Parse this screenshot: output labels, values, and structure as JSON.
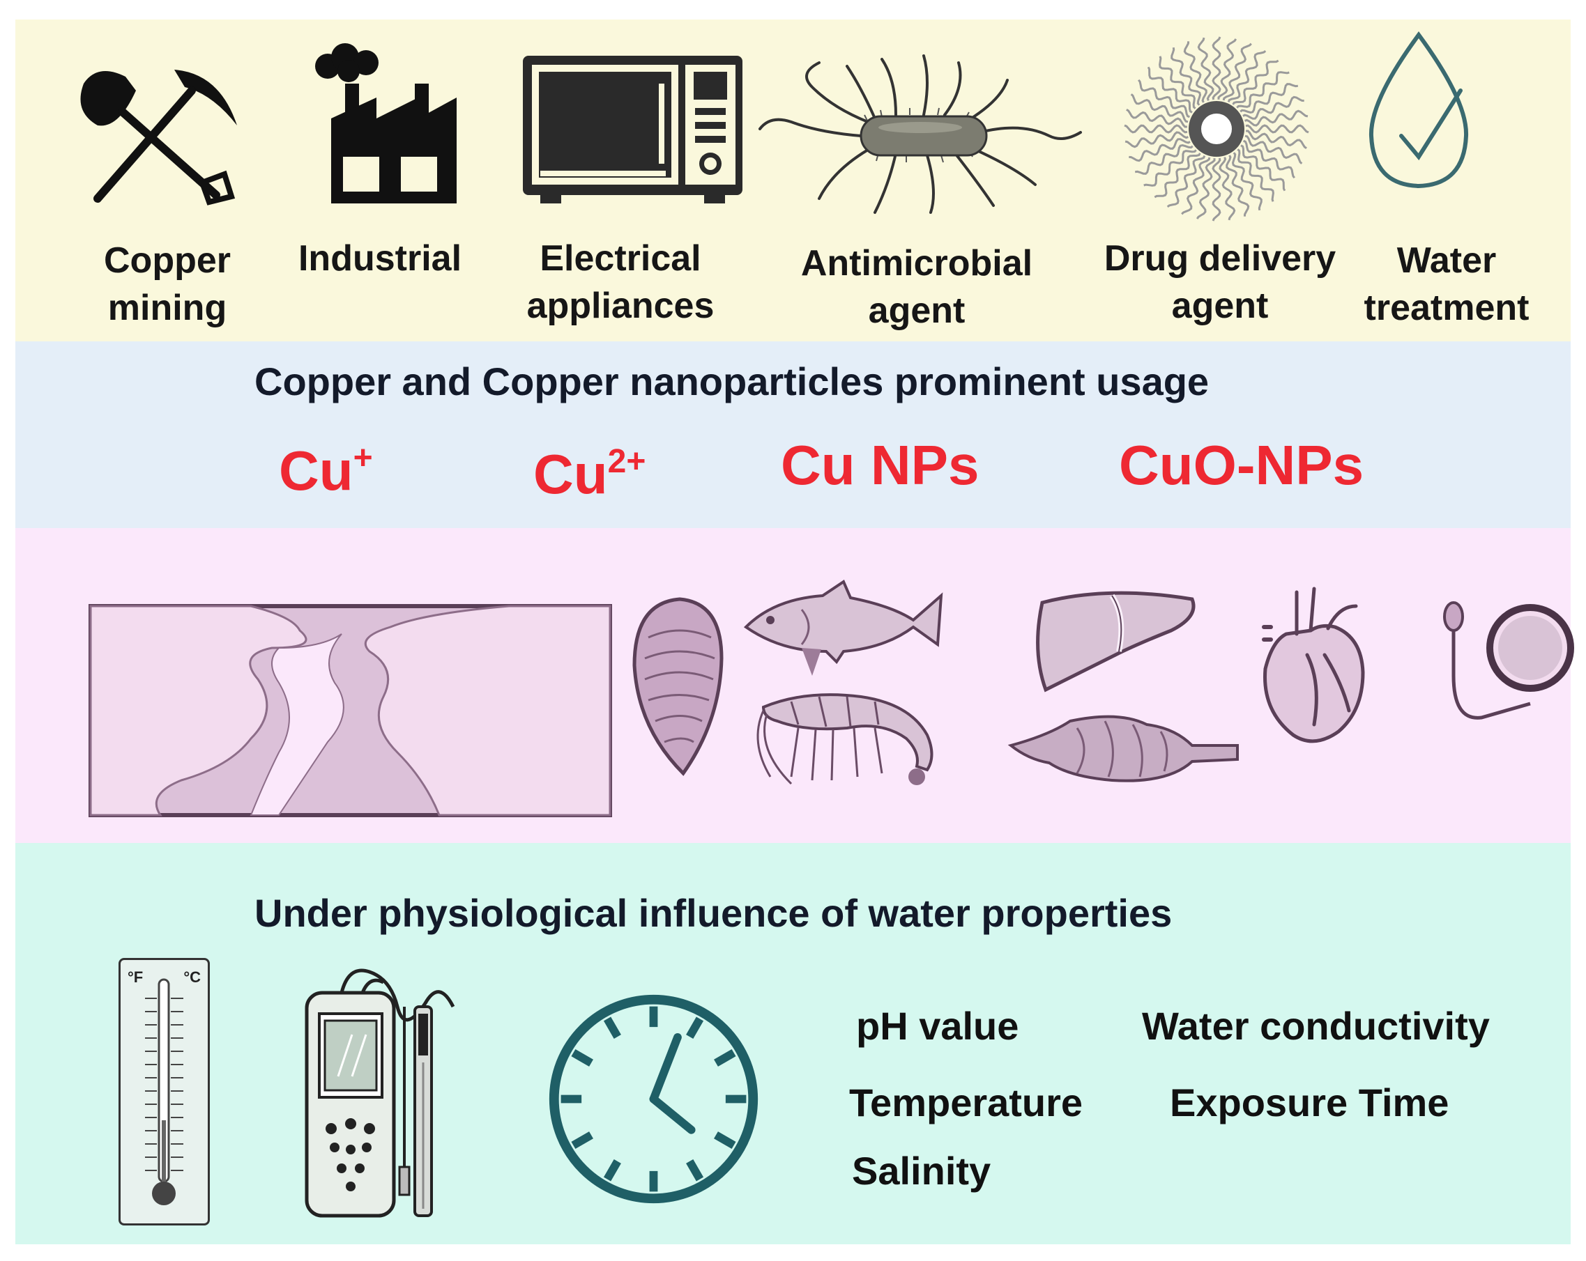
{
  "usage": {
    "items": [
      {
        "icon": "pick-and-shovel-icon",
        "line1": "Copper",
        "line2": "mining"
      },
      {
        "icon": "factory-icon",
        "line1": "Industrial",
        "line2": ""
      },
      {
        "icon": "microwave-icon",
        "line1": "Electrical",
        "line2": "appliances"
      },
      {
        "icon": "bacterium-icon",
        "line1": "Antimicrobial",
        "line2": "agent"
      },
      {
        "icon": "nanoparticle-icon",
        "line1": "Drug delivery",
        "line2": "agent"
      },
      {
        "icon": "water-drop-check-icon",
        "line1": "Water",
        "line2": "treatment"
      }
    ],
    "heading": "Copper and Copper nanoparticles prominent usage"
  },
  "forms": {
    "species": [
      {
        "base": "Cu",
        "sup": "+"
      },
      {
        "base": "Cu",
        "sup": "2+"
      },
      {
        "base": "Cu NPs",
        "sup": ""
      },
      {
        "base": "CuO-NPs",
        "sup": ""
      }
    ]
  },
  "organisms": {
    "icons": [
      "river-icon",
      "mussel-icon",
      "fish-icon",
      "shrimp-icon",
      "liver-icon",
      "fish-gill-icon",
      "heart-icon",
      "sperm-icon",
      "egg-icon"
    ]
  },
  "water": {
    "heading": "Under physiological influence of water properties",
    "thermometer": {
      "unit_f": "°F",
      "unit_c": "°C"
    },
    "parameters": [
      "pH value",
      "Water conductivity",
      "Temperature",
      "Exposure Time",
      "Salinity"
    ]
  },
  "colors": {
    "usage_band": "#faf8dc",
    "forms_band": "#e4eef8",
    "organisms_band": "#fbe8fb",
    "water_band": "#d5f8ef",
    "species_text": "#ee2832",
    "icon_teal": "#1f5f66",
    "organism_fill": "#dcc1d9",
    "organism_stroke": "#5a3f57"
  }
}
